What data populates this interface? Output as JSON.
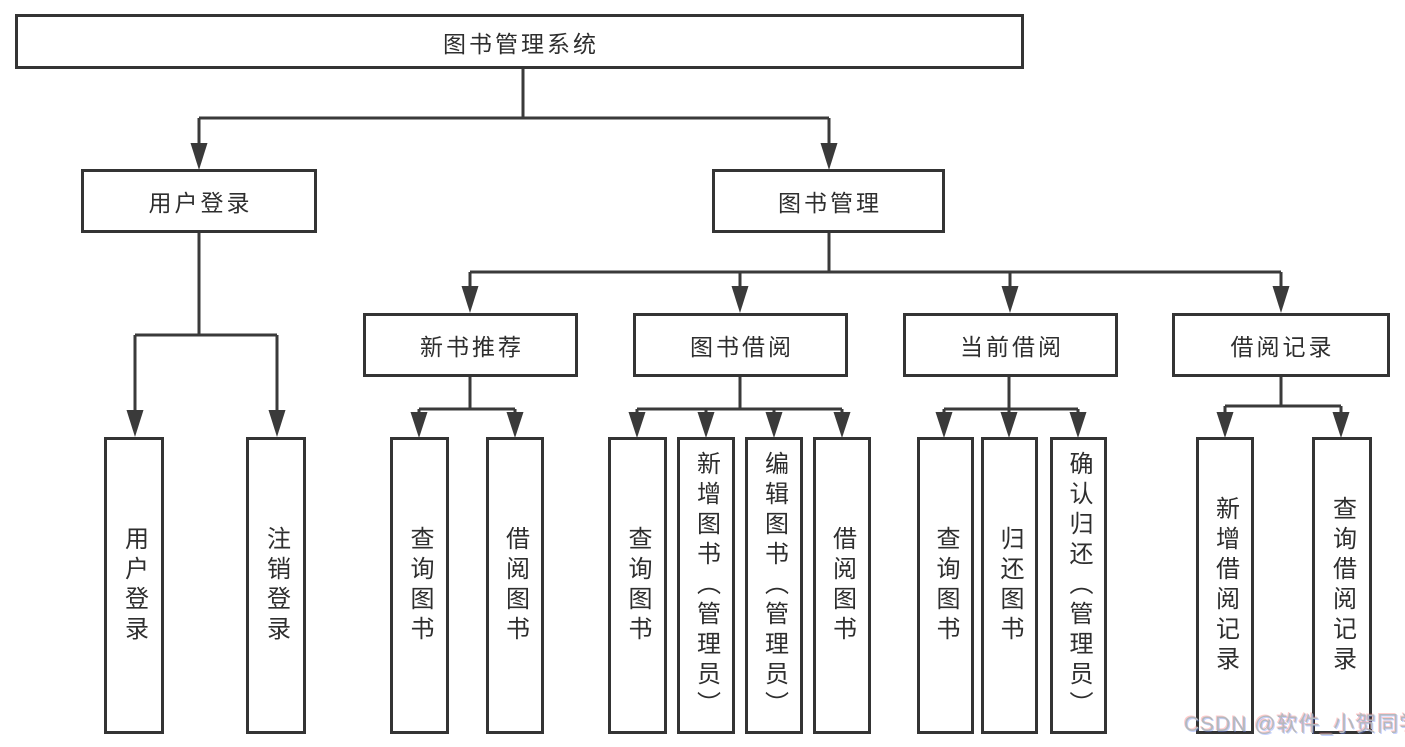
{
  "diagram": {
    "root": "图书管理系统",
    "branches": [
      {
        "label": "用户登录",
        "children": [
          "用户登录",
          "注销登录"
        ]
      },
      {
        "label": "图书管理",
        "sections": [
          {
            "label": "新书推荐",
            "children": [
              "查询图书",
              "借阅图书"
            ]
          },
          {
            "label": "图书借阅",
            "children": [
              "查询图书",
              "新增图书（管理员）",
              "编辑图书（管理员）",
              "借阅图书"
            ]
          },
          {
            "label": "当前借阅",
            "children": [
              "查询图书",
              "归还图书",
              "确认归还（管理员）"
            ]
          },
          {
            "label": "借阅记录",
            "children": [
              "新增借阅记录",
              "查询借阅记录"
            ]
          }
        ]
      }
    ]
  },
  "watermark": "CSDN @软件_小贺同学",
  "colors": {
    "line": "#3a3a3a",
    "box_border": "#343434",
    "text": "#2e2e2e",
    "background": "#ffffff",
    "watermark": "#b4b9be"
  }
}
